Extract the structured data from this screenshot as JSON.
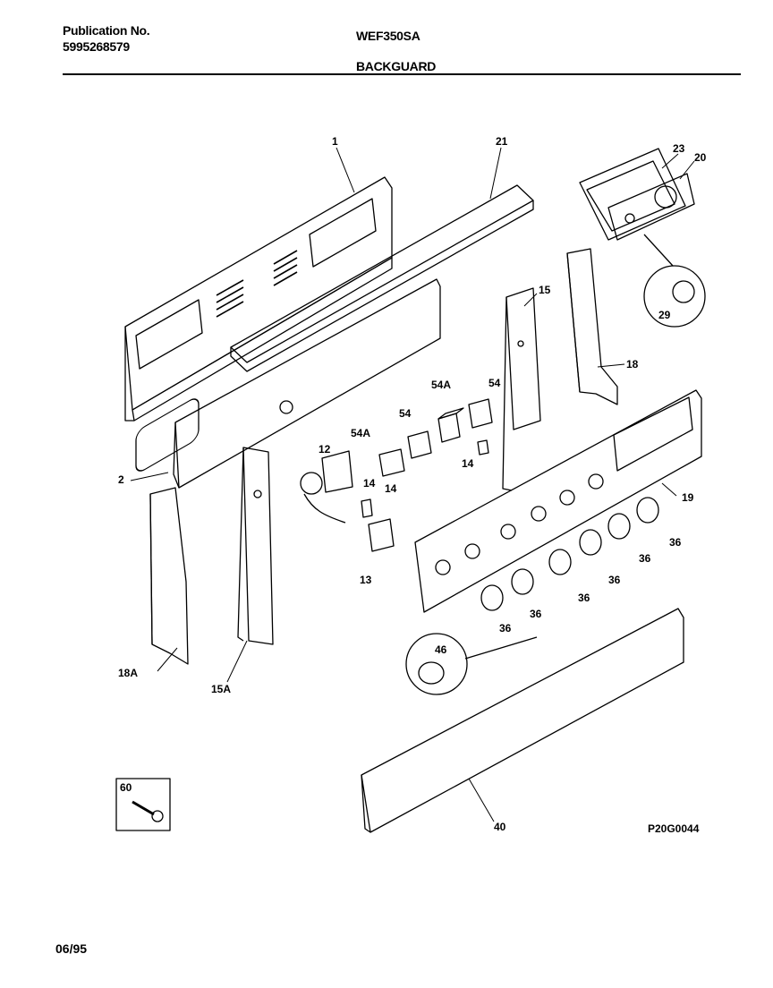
{
  "header": {
    "publication_label": "Publication No.",
    "publication_number": "5995268579",
    "model": "WEF350SA",
    "section": "BACKGUARD"
  },
  "footer": {
    "date": "06/95",
    "figure_code": "P20G0044"
  },
  "callouts": {
    "c1": "1",
    "c21": "21",
    "c23": "23",
    "c20": "20",
    "c29": "29",
    "c15": "15",
    "c18": "18",
    "c54A_a": "54A",
    "c54_a": "54",
    "c54_b": "54",
    "c54A_b": "54A",
    "c14_a": "14",
    "c12": "12",
    "c14_b": "14",
    "c14_c": "14",
    "c2": "2",
    "c19": "19",
    "c36_a": "36",
    "c36_b": "36",
    "c36_c": "36",
    "c36_d": "36",
    "c36_e": "36",
    "c36_f": "36",
    "c13": "13",
    "c46": "46",
    "c18A": "18A",
    "c15A": "15A",
    "c40": "40",
    "c60": "60"
  }
}
